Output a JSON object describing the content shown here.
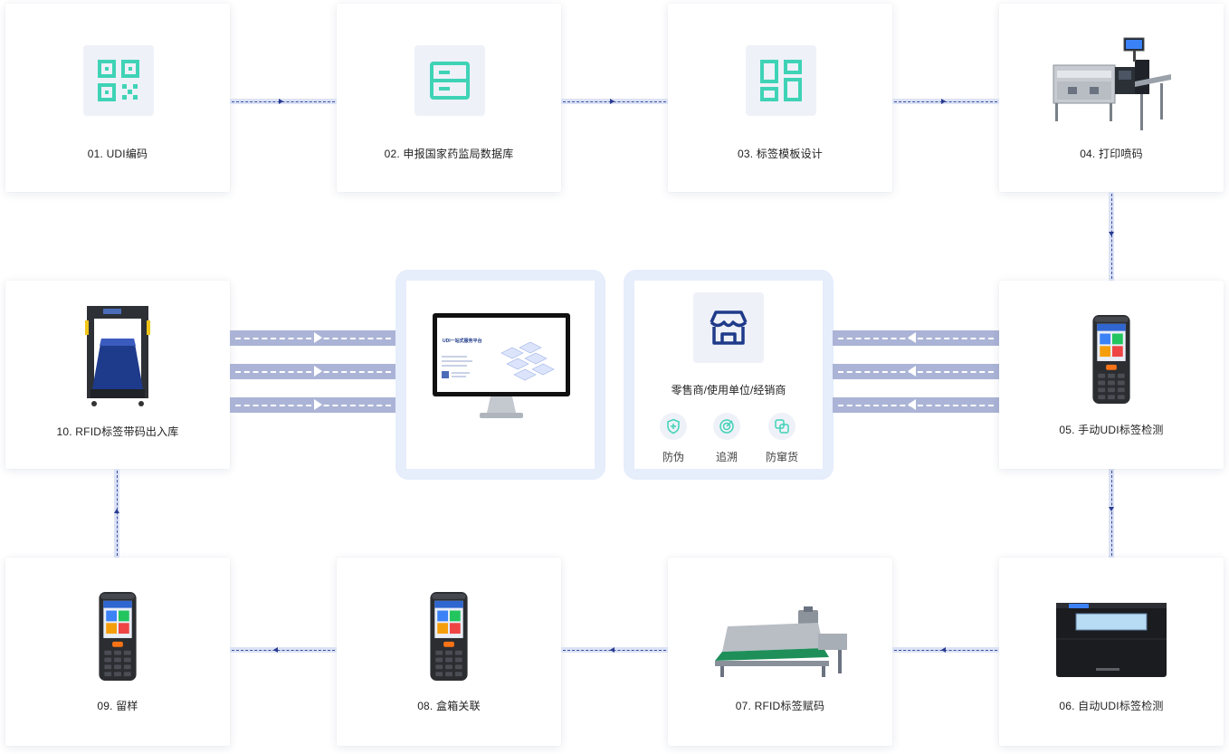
{
  "steps": [
    {
      "label": "01. UDI编码",
      "icon": "qr-code-icon"
    },
    {
      "label": "02. 申报国家药监局数据库",
      "icon": "database-icon"
    },
    {
      "label": "03. 标签模板设计",
      "icon": "template-grid-icon"
    },
    {
      "label": "04. 打印喷码",
      "icon": "printing-machine-image"
    },
    {
      "label": "05. 手动UDI标签检测",
      "icon": "handheld-terminal-image"
    },
    {
      "label": "06. 自动UDI标签检测",
      "icon": "inspection-machine-image"
    },
    {
      "label": "07. RFID标签赋码",
      "icon": "conveyor-image"
    },
    {
      "label": "08. 盒箱关联",
      "icon": "handheld-terminal-image"
    },
    {
      "label": "09. 留样",
      "icon": "handheld-terminal-image"
    },
    {
      "label": "10. RFID标签带码出入库",
      "icon": "rfid-gate-image"
    }
  ],
  "platform": {
    "screen_title": "UDI一站式服务平台"
  },
  "retail": {
    "title": "零售商/使用单位/经销商",
    "icon": "store-icon",
    "features": [
      {
        "label": "防伪",
        "icon": "shield-plus-icon"
      },
      {
        "label": "追溯",
        "icon": "target-icon"
      },
      {
        "label": "防窜货",
        "icon": "overlap-squares-icon"
      }
    ]
  },
  "colors": {
    "accent": "#3fd3b6",
    "connector": "#2a3b8f",
    "band": "#abb4d6",
    "panel_border": "#e6edfb"
  }
}
